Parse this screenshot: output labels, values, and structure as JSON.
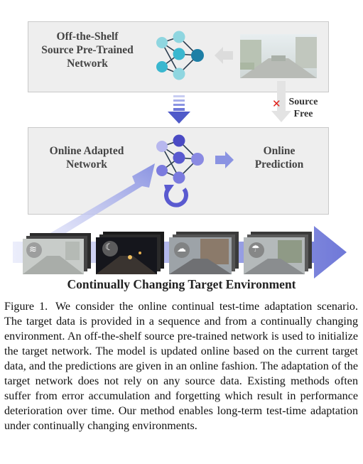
{
  "source_box": {
    "label_lines": [
      "Off-the-Shelf",
      "Source Pre-Trained",
      "Network"
    ]
  },
  "source_free": {
    "label_lines": [
      "Source",
      "Free"
    ],
    "cross": "✕"
  },
  "adapted_box": {
    "label_lines": [
      "Online Adapted",
      "Network"
    ]
  },
  "prediction": {
    "label_lines": [
      "Online",
      "Prediction"
    ]
  },
  "environment": {
    "title": "Continually Changing Target Environment",
    "conditions": [
      "fog-icon",
      "night-icon",
      "snow-icon",
      "rain-icon"
    ]
  },
  "caption": {
    "label": "Figure 1.",
    "text": "We consider the online continual test-time adaptation scenario. The target data is provided in a sequence and from a continually changing environment. An off-the-shelf source pre-trained network is used to initialize the target network. The model is updated online based on the current target data, and the predictions are given in an online fashion. The adaptation of the target network does not rely on any source data. Existing methods often suffer from error accumulation and forgetting which result in performance deterioration over time. Our method enables long-term test-time adaptation under continually changing environments."
  },
  "colors": {
    "source_nodes": [
      "#8fd6e0",
      "#3ab7cf",
      "#1e7fa6"
    ],
    "adapted_nodes": [
      "#b7b7ee",
      "#7b7bde",
      "#4a4ac4"
    ],
    "cross": "#e0221c"
  }
}
